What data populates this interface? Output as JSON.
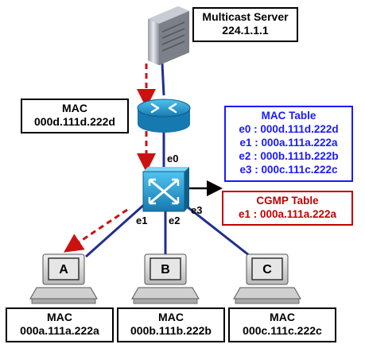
{
  "server": {
    "title": "Multicast Server",
    "address": "224.1.1.1"
  },
  "router_mac": {
    "label": "MAC",
    "value": "000d.111d.222d"
  },
  "mac_table": {
    "title": "MAC Table",
    "entries": [
      "e0 : 000d.111d.222d",
      "e1 : 000a.111a.222a",
      "e2 : 000b.111b.222b",
      "e3 : 000c.111c.222c"
    ]
  },
  "cgmp_table": {
    "title": "CGMP Table",
    "entry": "e1 : 000a.111a.222a"
  },
  "ports": {
    "e0": "e0",
    "e1": "e1",
    "e2": "e2",
    "e3": "e3"
  },
  "hosts": [
    {
      "letter": "A",
      "label": "MAC",
      "mac": "000a.111a.222a"
    },
    {
      "letter": "B",
      "label": "MAC",
      "mac": "000b.111b.222b"
    },
    {
      "letter": "C",
      "label": "MAC",
      "mac": "000c.111c.222c"
    }
  ],
  "colors": {
    "link": "#1f2f8f",
    "multicast_arrow": "#cc1111",
    "mac_table": "#1a1aff",
    "cgmp_table": "#c00000",
    "device": "#1e9fd6"
  }
}
